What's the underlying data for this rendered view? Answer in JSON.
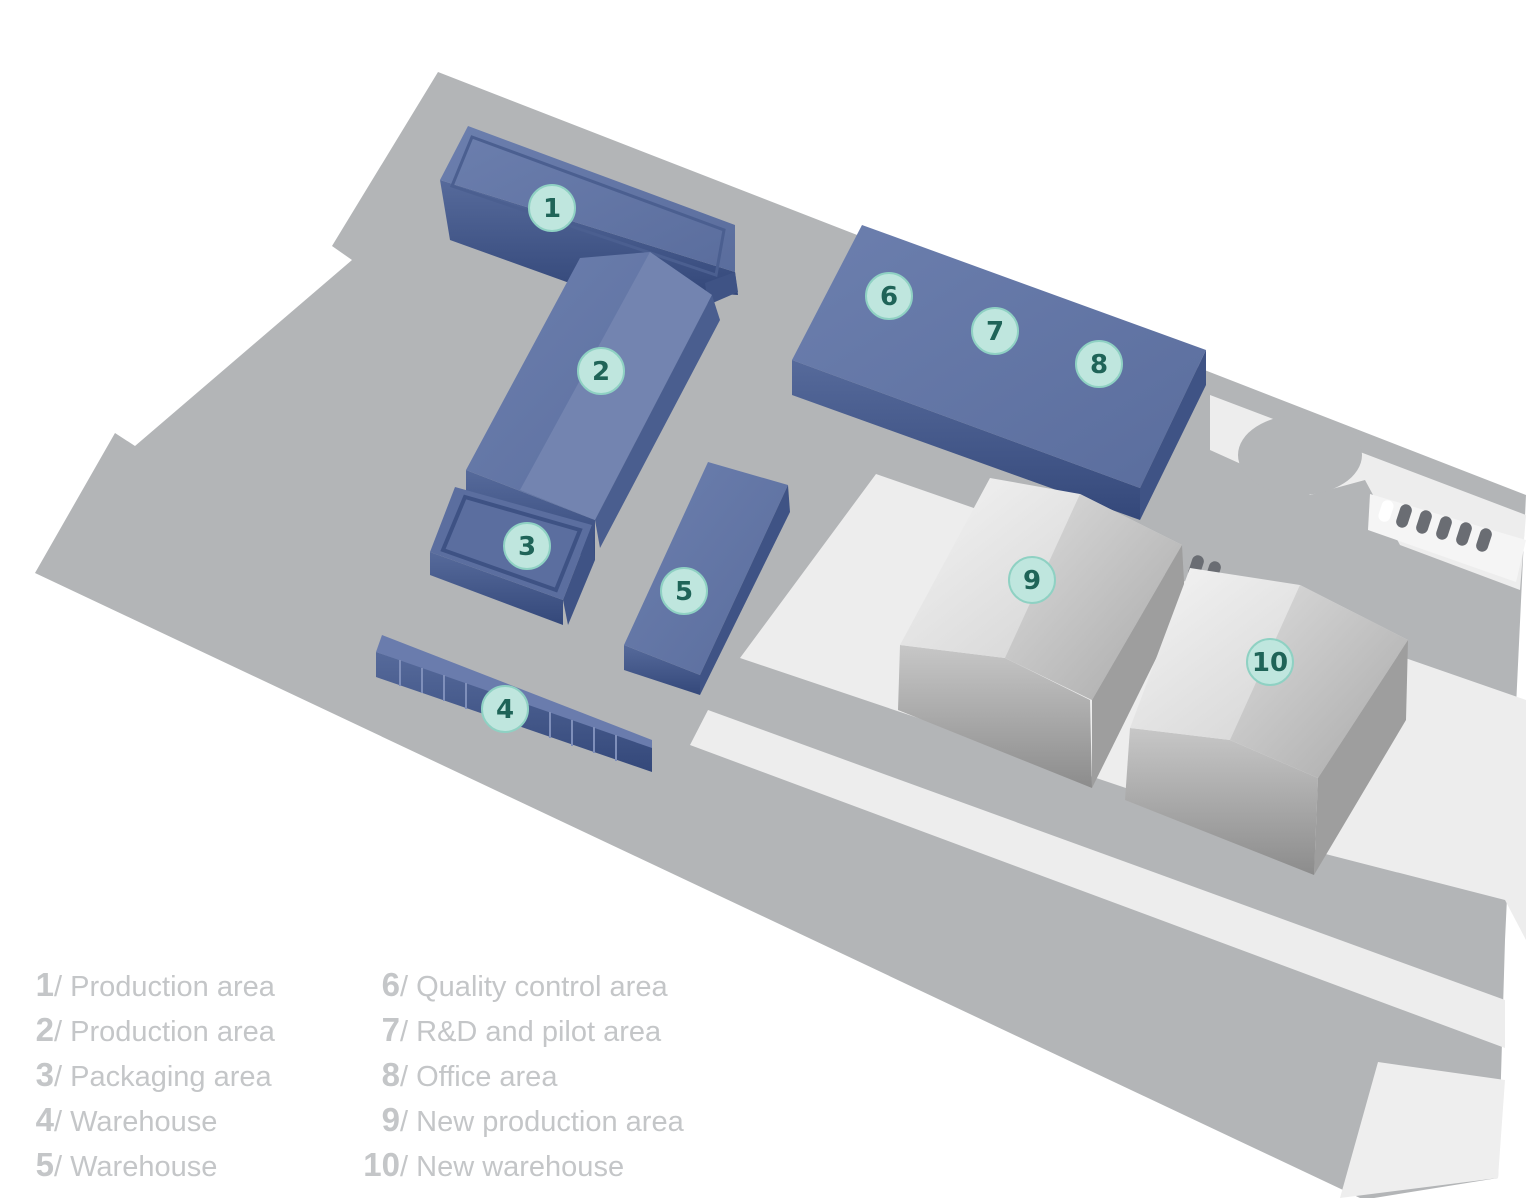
{
  "map": {
    "colors": {
      "site_ground": "#b3b5b7",
      "paved_light": "#eeeeee",
      "existing_building": "#6477a6",
      "new_building": "#cfcfcf",
      "marker_fill": "#bfe6de",
      "marker_stroke": "#8fd1c3",
      "marker_text": "#1f6458",
      "legend_text": "#c4c6c8"
    },
    "markers": [
      {
        "num": "1"
      },
      {
        "num": "2"
      },
      {
        "num": "3"
      },
      {
        "num": "4"
      },
      {
        "num": "5"
      },
      {
        "num": "6"
      },
      {
        "num": "7"
      },
      {
        "num": "8"
      },
      {
        "num": "9"
      },
      {
        "num": "10"
      }
    ]
  },
  "legend": {
    "separator": "/ ",
    "left": [
      {
        "num": "1",
        "label": "Production area"
      },
      {
        "num": "2",
        "label": "Production area"
      },
      {
        "num": "3",
        "label": "Packaging area"
      },
      {
        "num": "4",
        "label": "Warehouse"
      },
      {
        "num": "5",
        "label": "Warehouse"
      }
    ],
    "right": [
      {
        "num": "6",
        "label": "Quality control area"
      },
      {
        "num": "7",
        "label": "R&D and pilot area"
      },
      {
        "num": "8",
        "label": "Office area"
      },
      {
        "num": "9",
        "label": "New production area"
      },
      {
        "num": "10",
        "label": "New warehouse"
      }
    ]
  }
}
